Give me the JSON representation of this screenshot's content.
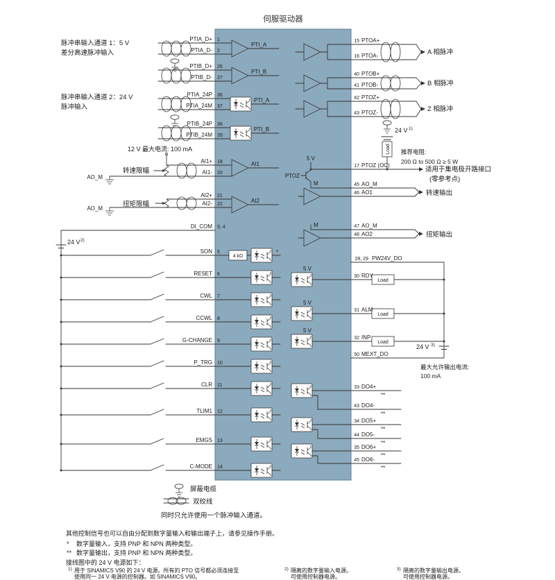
{
  "title": "伺服驱动器",
  "left": {
    "pulse5v": {
      "caption1": "脉冲串输入通道 1：5 V",
      "caption2": "差分高速脉冲输入",
      "rows": [
        {
          "name": "PTIA_D+",
          "pin": "1"
        },
        {
          "name": "PTIA_D-",
          "pin": "2"
        },
        {
          "name": "PTIB_D+",
          "pin": "26"
        },
        {
          "name": "PTIB_D-",
          "pin": "27"
        }
      ]
    },
    "pulse24v": {
      "caption1": "脉冲串输入通道 2：24 V",
      "caption2": "脉冲输入",
      "rows": [
        {
          "name": "PTIA_24P",
          "pin": "36"
        },
        {
          "name": "PTIA_24M",
          "pin": "37"
        },
        {
          "name": "PTIB_24P",
          "pin": "38"
        },
        {
          "name": "PTIB_24M",
          "pin": "39"
        }
      ]
    },
    "supply12v": "12 V 最大电流: 100 mA",
    "speed_limit": "转速限幅",
    "torque_limit": "扭矩限幅",
    "ao_m": "AO_M",
    "ai_rows": [
      {
        "name": "AI1+",
        "pin": "18"
      },
      {
        "name": "AI1-",
        "pin": "20"
      },
      {
        "name": "AI2+",
        "pin": "21"
      },
      {
        "name": "AI2-",
        "pin": "22"
      }
    ],
    "di_com": {
      "name": "DI_COM",
      "pin": "3, 4"
    },
    "v24": "24 V",
    "v24_sup": "2)",
    "resistor": "4 kΩ",
    "di_rows": [
      {
        "label": "SON",
        "pin": "5"
      },
      {
        "label": "RESET",
        "pin": "6"
      },
      {
        "label": "CWL",
        "pin": "7"
      },
      {
        "label": "CCWL",
        "pin": "8"
      },
      {
        "label": "G-CHANGE",
        "pin": "9"
      },
      {
        "label": "P_TRG",
        "pin": "10"
      },
      {
        "label": "CLR",
        "pin": "11"
      },
      {
        "label": "TLIM1",
        "pin": "12"
      },
      {
        "label": "EMGS",
        "pin": "13"
      },
      {
        "label": "C-MODE",
        "pin": "14"
      }
    ]
  },
  "inside": {
    "pti_a": "PTI_A",
    "pti_b": "PTI_B",
    "ai1": "AI1",
    "ai2": "AI2",
    "v5": "5 V",
    "ptoz": "PTOZ",
    "m": "M"
  },
  "right": {
    "pto_rows": [
      {
        "pin": "15",
        "name": "PTOA+"
      },
      {
        "pin": "16",
        "name": "PTOA-"
      },
      {
        "pin": "40",
        "name": "PTOB+"
      },
      {
        "pin": "41",
        "name": "PTOB-"
      },
      {
        "pin": "42",
        "name": "PTOZ+"
      },
      {
        "pin": "43",
        "name": "PTOZ-"
      }
    ],
    "phase_a": "A 相脉冲",
    "phase_b": "B 相脉冲",
    "phase_z": "Z 相脉冲",
    "v24_1": "24 V",
    "v24_1_sup": "1)",
    "load": "Load",
    "res_note1": "推荐电阻:",
    "res_note2": "200 Ω to 500 Ω ≥ 5 W",
    "ptoz_row": {
      "pin": "17",
      "name": "PTOZ (OC)"
    },
    "oc_note1": "适用于集电极开路接口",
    "oc_note2": "(零参考点)",
    "ao_rows": [
      {
        "pin": "45",
        "name": "AO_M"
      },
      {
        "pin": "46",
        "name": "AO1"
      },
      {
        "pin": "47",
        "name": "AO_M"
      },
      {
        "pin": "48",
        "name": "AO2"
      }
    ],
    "speed_out": "转速输出",
    "torque_out": "扭矩输出",
    "pw24v_row": {
      "pin": "28, 29",
      "name": "PW24V_DO"
    },
    "status_rows": [
      {
        "pin": "30",
        "name": "RDY"
      },
      {
        "pin": "31",
        "name": "ALM"
      },
      {
        "pin": "32",
        "name": "INP"
      }
    ],
    "mext_row": {
      "pin": "50",
      "name": "MEXT_DO"
    },
    "v24_3": "24 V",
    "v24_3_sup": "3)",
    "max_note1": "最大允许输出电流:",
    "max_note2": "100 mA",
    "do_rows": [
      {
        "pin": "33",
        "name": "DO4+",
        "mark": "**"
      },
      {
        "pin": "43",
        "name": "DO4-",
        "mark": "**"
      },
      {
        "pin": "34",
        "name": "DO5+",
        "mark": "**"
      },
      {
        "pin": "44",
        "name": "DO5-",
        "mark": "**"
      },
      {
        "pin": "35",
        "name": "DO6+",
        "mark": "**"
      },
      {
        "pin": "45",
        "name": "DO6-",
        "mark": "**"
      }
    ]
  },
  "legend": {
    "shield": "屏蔽电缆",
    "twisted": "双绞线",
    "note": "同时只允许使用一个脉冲输入通道。"
  },
  "footnotes": {
    "assign": "其他控制信号也可以自由分配到数字量输入和输出端子上，请参见操作手册。",
    "star1": "*",
    "star1_text": "数字量输入，支持 PNP 和 NPN 两种类型。",
    "star2": "**",
    "star2_text": "数字量输出，支持 PNP 和 NPN 两种类型。",
    "wiring": "接线图中的 24 V 电源如下：",
    "fn1_sup": "1)",
    "fn1_line1": "用于 SINAMICS V90 的 24 V 电源。所有的 PTO 信号都必须连接至",
    "fn1_line2": "使用同一 24 V 电源的控制器。如 SINAMICS V90。",
    "fn2_sup": "2)",
    "fn2_line1": "隔离的数字量输入电源。",
    "fn2_line2": "可使用控制器电源。",
    "fn3_sup": "3)",
    "fn3_line1": "隔离的数字量输出电源。",
    "fn3_line2": "可使用控制器电源。"
  },
  "colors": {
    "drive_box": "#8caabd",
    "drive_box_border": "#5f7f93",
    "wire": "#333333"
  }
}
